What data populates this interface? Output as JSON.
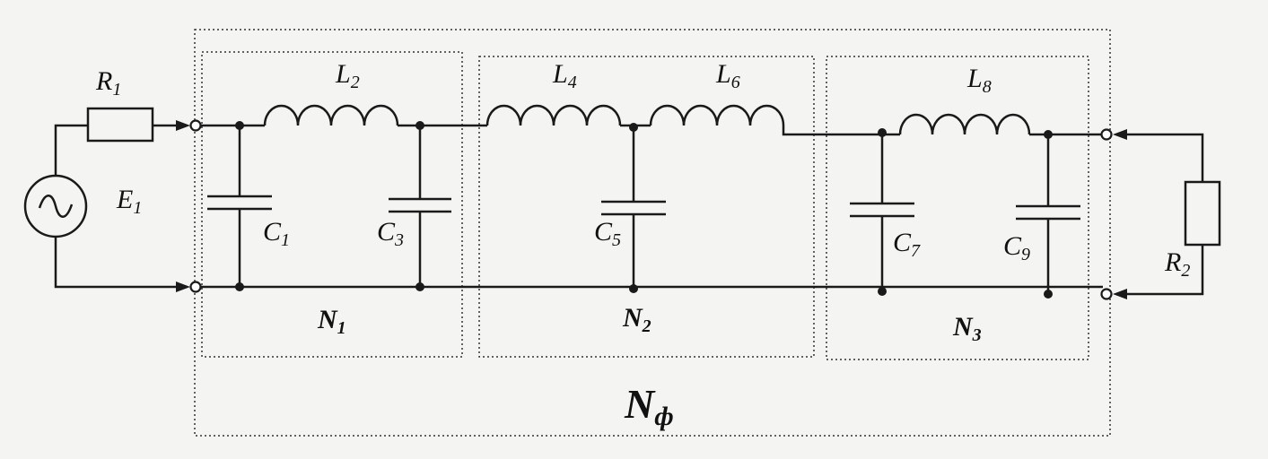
{
  "components": {
    "R1": {
      "letter": "R",
      "index": "1"
    },
    "R2": {
      "letter": "R",
      "index": "2"
    },
    "E1": {
      "letter": "E",
      "index": "1"
    },
    "L2": {
      "letter": "L",
      "index": "2"
    },
    "L4": {
      "letter": "L",
      "index": "4"
    },
    "L6": {
      "letter": "L",
      "index": "6"
    },
    "L8": {
      "letter": "L",
      "index": "8"
    },
    "C1": {
      "letter": "C",
      "index": "1"
    },
    "C3": {
      "letter": "C",
      "index": "3"
    },
    "C5": {
      "letter": "C",
      "index": "5"
    },
    "C7": {
      "letter": "C",
      "index": "7"
    },
    "C9": {
      "letter": "C",
      "index": "9"
    }
  },
  "blocks": {
    "N1": {
      "letter": "N",
      "index": "1"
    },
    "N2": {
      "letter": "N",
      "index": "2"
    },
    "N3": {
      "letter": "N",
      "index": "3"
    },
    "Nf": {
      "letter": "N",
      "index": "ф"
    }
  },
  "colors": {
    "ink": "#1a1a1a",
    "background": "#f4f4f2"
  }
}
